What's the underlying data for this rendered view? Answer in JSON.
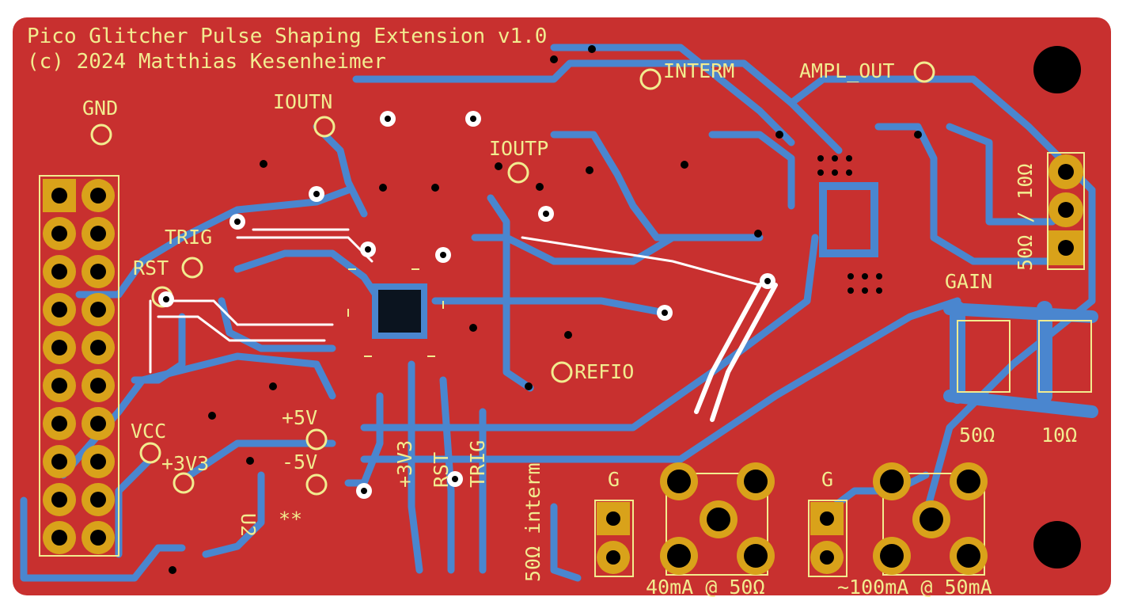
{
  "board": {
    "title_line1": "Pico Glitcher Pulse Shaping Extension v1.0",
    "title_line2": "(c) 2024 Matthias Kesenheimer",
    "colors": {
      "substrate": "#c8302f",
      "copper_bottom": "#4a86cf",
      "silkscreen": "#f2ec8f",
      "pad_gold": "#d9a21a",
      "drill": "#000000"
    }
  },
  "labels": {
    "gnd": "GND",
    "ioutn": "IOUTN",
    "ioutp": "IOUTP",
    "interm": "INTERM",
    "ampl_out": "AMPL_OUT",
    "trig": "TRIG",
    "rst": "RST",
    "vcc": "VCC",
    "v3v3": "+3V3",
    "v5p": "+5V",
    "v5n": "-5V",
    "refio": "REFIO",
    "gain": "GAIN",
    "sel_50_10": "50Ω / 10Ω",
    "r50": "50Ω",
    "r10": "10Ω",
    "u2": "U2",
    "stars": "**",
    "v3v3_vert": "+3V3",
    "rst_vert": "RST",
    "trig_vert": "TRIG",
    "interm_50": "50Ω interm",
    "g1": "G",
    "g2": "G",
    "note_40ma": "40mA @ 50Ω",
    "note_100ma": "~100mA @ 50mA"
  }
}
